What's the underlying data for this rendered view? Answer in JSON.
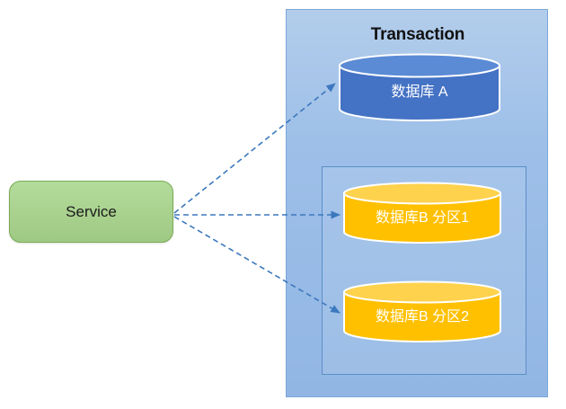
{
  "diagram": {
    "title_visible": false,
    "background": "#ffffff",
    "panel": {
      "label": "Transaction",
      "fill": "#9dbfe8",
      "border": "#7aa7da"
    },
    "inner_group": {
      "border": "#5b8fc9"
    },
    "service": {
      "label": "Service",
      "fill": "#a9d18e",
      "border": "#70ad47",
      "text_color": "#1a1a1a"
    },
    "databases": [
      {
        "id": "db-a",
        "label": "数据库 A",
        "fill": "#4472c4",
        "top_fill": "#5b8bd5",
        "outline": "#ffffff",
        "text_color": "#ffffff"
      },
      {
        "id": "db-b-1",
        "label": "数据库B 分区1",
        "fill": "#ffc000",
        "top_fill": "#ffd24d",
        "outline": "#ffffff",
        "text_color": "#ffffff"
      },
      {
        "id": "db-b-2",
        "label": "数据库B 分区2",
        "fill": "#ffc000",
        "top_fill": "#ffd24d",
        "outline": "#ffffff",
        "text_color": "#ffffff"
      }
    ],
    "connectors": [
      {
        "id": "service-to-db-a",
        "from": "service",
        "to": "db-a",
        "style": "dashed",
        "color": "#3c78be",
        "arrow": true
      },
      {
        "id": "service-to-db-b-1",
        "from": "service",
        "to": "db-b-1",
        "style": "dashed",
        "color": "#3c78be",
        "arrow": true
      },
      {
        "id": "service-to-db-b-2",
        "from": "service",
        "to": "db-b-2",
        "style": "dashed",
        "color": "#3c78be",
        "arrow": true
      }
    ]
  }
}
